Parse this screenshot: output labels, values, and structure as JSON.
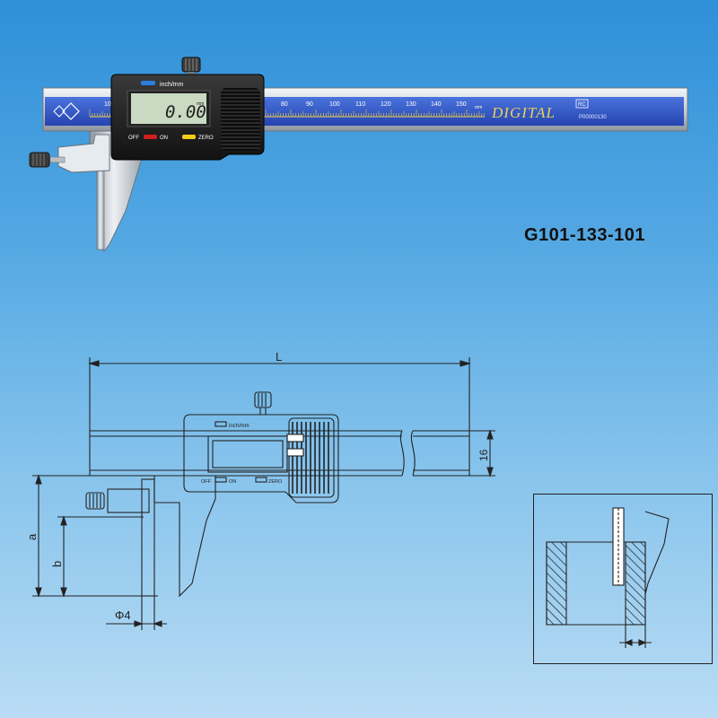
{
  "product": {
    "model_code": "G101-133-101",
    "display_reading": "0.00",
    "display_unit": "mm",
    "unit_button_label": "inch/mm",
    "off_label": "OFF",
    "on_label": "ON",
    "zero_label": "ZERO",
    "brand_text": "DIGITAL",
    "serial_text": "P00000130",
    "scale_numbers": [
      "10",
      "80",
      "90",
      "100",
      "110",
      "120",
      "130",
      "140",
      "150"
    ],
    "scale_unit": "mm"
  },
  "drawing": {
    "dim_length": "L",
    "dim_height": "16",
    "dim_a": "a",
    "dim_b": "b",
    "dim_diameter": "Φ4",
    "unit_button_label": "inch/mm",
    "off_label": "OFF",
    "on_label": "ON",
    "zero_label": "ZERO"
  },
  "colors": {
    "background_top": "#2f8fd8",
    "background_bottom": "#b9dcf4",
    "scale_blue": "#2f55c8",
    "lcd_green": "#c9d9c2",
    "off_button": "#d21e1e",
    "zero_button": "#f2cf17",
    "unit_button": "#2b7fe0"
  }
}
